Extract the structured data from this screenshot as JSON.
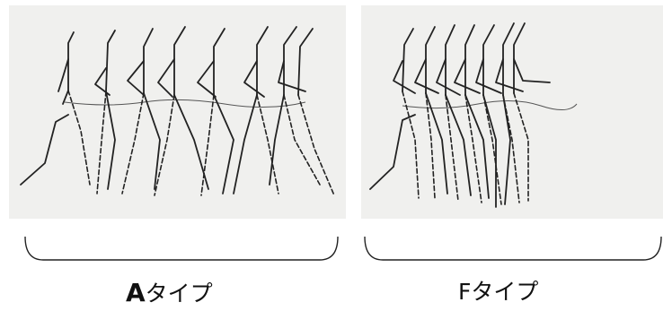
{
  "panels": [
    {
      "id": "a",
      "caption_letter": "A",
      "caption_suffix": "タイプ"
    },
    {
      "id": "f",
      "caption_letter": "F",
      "caption_suffix": "タイプ"
    }
  ],
  "colors": {
    "panel_background": "#f0f0ee",
    "stroke": "#222222"
  }
}
